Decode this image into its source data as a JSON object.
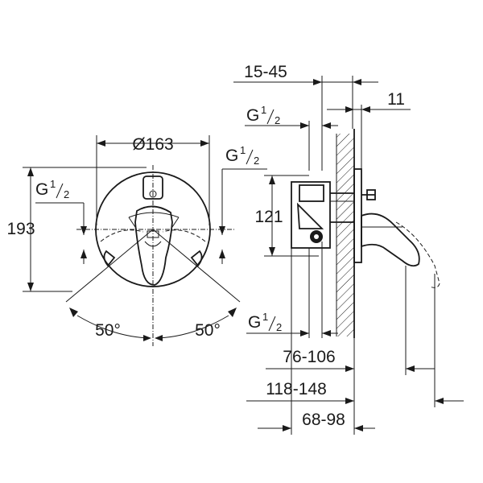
{
  "front_view": {
    "diameter": "Ø163",
    "height": "193",
    "thread_left": {
      "base": "G",
      "sup": "1",
      "sub": "2"
    },
    "thread_right": {
      "base": "G",
      "sup": "1",
      "sub": "2"
    },
    "angle_left": "50°",
    "angle_right": "50°"
  },
  "side_view": {
    "wall_range": "15-45",
    "rosette_depth": "11",
    "thread_top": {
      "base": "G",
      "sup": "1",
      "sub": "2"
    },
    "thread_bottom": {
      "base": "G",
      "sup": "1",
      "sub": "2"
    },
    "inlet_height": "121",
    "dim_76_106": "76-106",
    "dim_118_148": "118-148",
    "dim_68_98": "68-98"
  }
}
